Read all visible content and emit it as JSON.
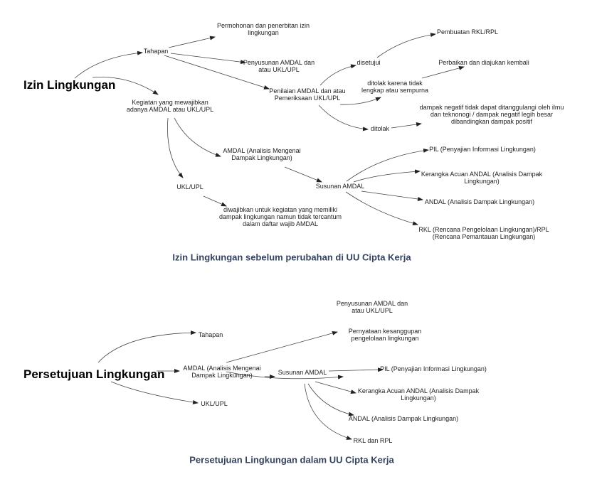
{
  "diagram_before": {
    "root": "Izin Lingkungan",
    "tahapan": "Tahapan",
    "permohonan": [
      "Permohonan dan penerbitan izin",
      "lingkungan"
    ],
    "penyusunan": [
      "Penyusunan AMDAL dan",
      "atau UKL/UPL"
    ],
    "penilaian": [
      "Penilaian AMDAL dan atau",
      "Pemeriksaan UKL/UPL"
    ],
    "disetujui": "disetujui",
    "pembuatan": "Pembuatan RKL/RPL",
    "ditolak_tidak_lengkap": [
      "ditolak karena tidak",
      "lengkap atau sempurna"
    ],
    "perbaikan": "Perbaikan dan diajukan kembali",
    "ditolak": "ditolak",
    "dampak_negatif": [
      "dampak negatif tidak dapat ditanggulangi oleh ilmu",
      "dan teknonogi / dampak negatif legih besar",
      "dibandingkan dampak positif"
    ],
    "kegiatan": [
      "Kegiatan yang mewajibkan",
      "adanya AMDAL atau UKL/UPL"
    ],
    "amdal": [
      "AMDAL (Analisis Mengenai",
      "Dampak Lingkungan)"
    ],
    "ukl_upl": "UKL/UPL",
    "diwajibkan": [
      "diwajibkan untuk kegiatan yang memiliki",
      "dampak lingkungan namun tidak tercantum",
      "dalam daftar wajib AMDAL"
    ],
    "susunan": "Susunan AMDAL",
    "pil": "PIL (Penyajian Informasi Lingkungan)",
    "kerangka": [
      "Kerangka Acuan ANDAL (Analisis Dampak",
      "Lingkungan)"
    ],
    "andal": "ANDAL (Analisis Dampak Lingkungan)",
    "rkl": [
      "RKL (Rencana Pengelolaan Lingkungan)/RPL",
      "(Rencana Pemantauan Lingkungan)"
    ],
    "caption": "Izin Lingkungan sebelum perubahan di UU Cipta Kerja"
  },
  "diagram_after": {
    "root": "Persetujuan Lingkungan",
    "tahapan": "Tahapan",
    "penyusunan": [
      "Penyusunan AMDAL dan",
      "atau UKL/UPL"
    ],
    "pernyataan": [
      "Pernyataan kesanggupan",
      "pengelolaan lingkungan"
    ],
    "amdal": [
      "AMDAL (Analisis Mengenai",
      "Dampak Lingkungan)"
    ],
    "ukl_upl": "UKL/UPL",
    "susunan": "Susunan AMDAL",
    "pil": "PIL (Penyajian Informasi Lingkungan)",
    "kerangka": [
      "Kerangka Acuan ANDAL (Analisis Dampak",
      "Lingkungan)"
    ],
    "andal": "ANDAL (Analisis Dampak Lingkungan)",
    "rkl": "RKL dan RPL",
    "caption": "Persetujuan Lingkungan dalam UU Cipta Kerja"
  },
  "colors": {
    "caption": "#34435e",
    "line": "#333333"
  }
}
